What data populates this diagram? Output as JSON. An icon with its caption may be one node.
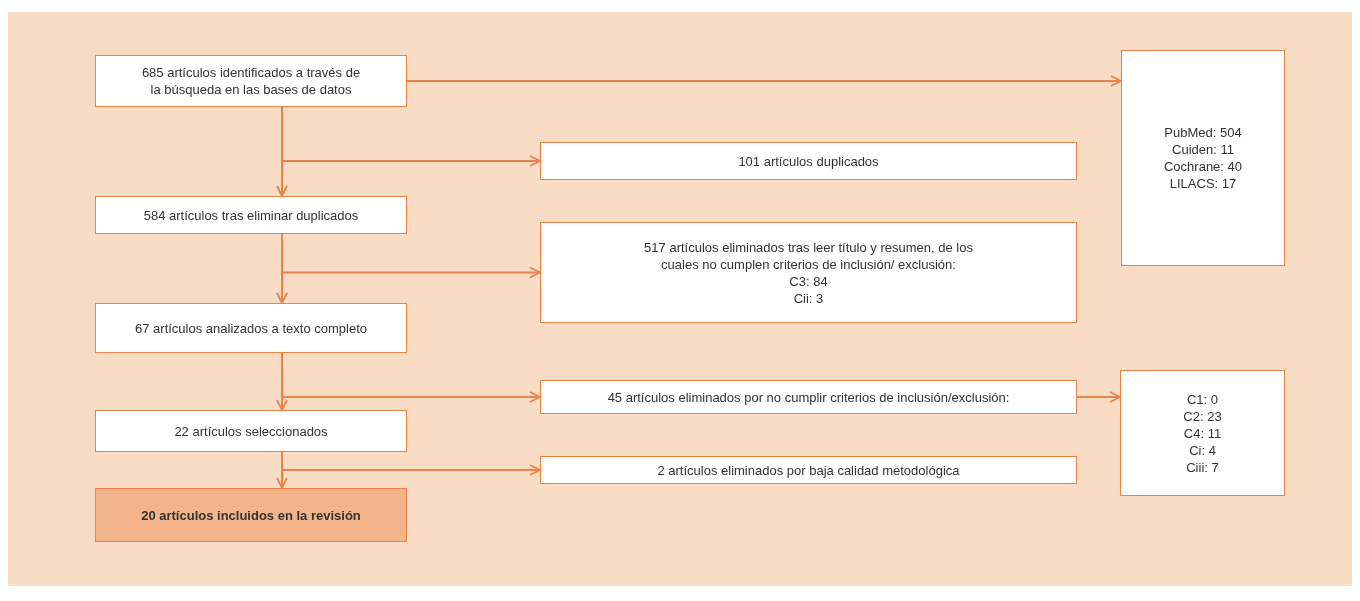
{
  "diagram": {
    "nodes": [
      {
        "text": [
          "685 artículos identificados a través de la búsqueda en las bases de datos"
        ]
      },
      {
        "text": [
          "PubMed: 504",
          "Cuiden: 11",
          "Cochrane: 40",
          "LILACS: 17"
        ]
      },
      {
        "text": [
          "101 artículos duplicados"
        ]
      },
      {
        "text": [
          "584 artículos tras eliminar duplicados"
        ]
      },
      {
        "text": [
          "517 artículos eliminados tras leer título y resumen, de los cuales no cumplen criterios de inclusión/ exclusión:",
          "C3: 84",
          "Cii: 3"
        ]
      },
      {
        "text": [
          "67 artículos analizados a texto completo"
        ]
      },
      {
        "text": [
          "45 artículos eliminados por no cumplir criterios de inclusión/exclusión:"
        ]
      },
      {
        "text": [
          "C1: 0",
          "C2: 23",
          "C4: 11",
          "Ci: 4",
          "Ciii: 7"
        ]
      },
      {
        "text": [
          "22 artículos seleccionados"
        ]
      },
      {
        "text": [
          "2 artículos eliminados por baja calidad metodológica"
        ]
      },
      {
        "text": [
          "20 artículos incluidos en la revisión"
        ]
      }
    ],
    "edges": [
      {
        "from": 0,
        "to": 1,
        "arrow": "to"
      },
      {
        "from": 0,
        "to": 2,
        "arrow": "to"
      },
      {
        "from": 0,
        "to": 3,
        "arrow": "to"
      },
      {
        "from": 3,
        "to": 4,
        "arrow": "to"
      },
      {
        "from": 3,
        "to": 5,
        "arrow": "to"
      },
      {
        "from": 5,
        "to": 6,
        "arrow": "to"
      },
      {
        "from": 5,
        "to": 8,
        "arrow": "to"
      },
      {
        "from": 6,
        "to": 7,
        "arrow": "to"
      },
      {
        "from": 8,
        "to": 9,
        "arrow": "to"
      },
      {
        "from": 8,
        "to": 10,
        "arrow": "to"
      }
    ]
  }
}
